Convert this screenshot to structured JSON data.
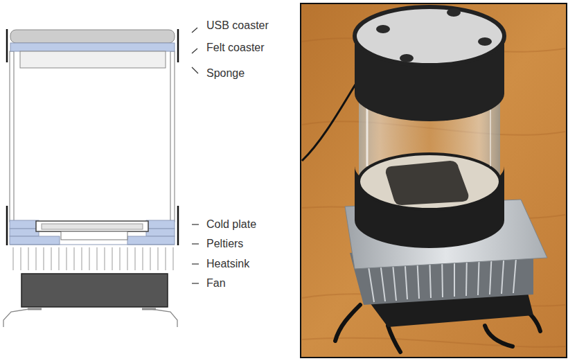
{
  "diagram": {
    "labels": [
      "USB coaster",
      "Felt coaster",
      "Sponge",
      "Cold plate",
      "Peltiers",
      "Heatsink",
      "Fan"
    ]
  }
}
